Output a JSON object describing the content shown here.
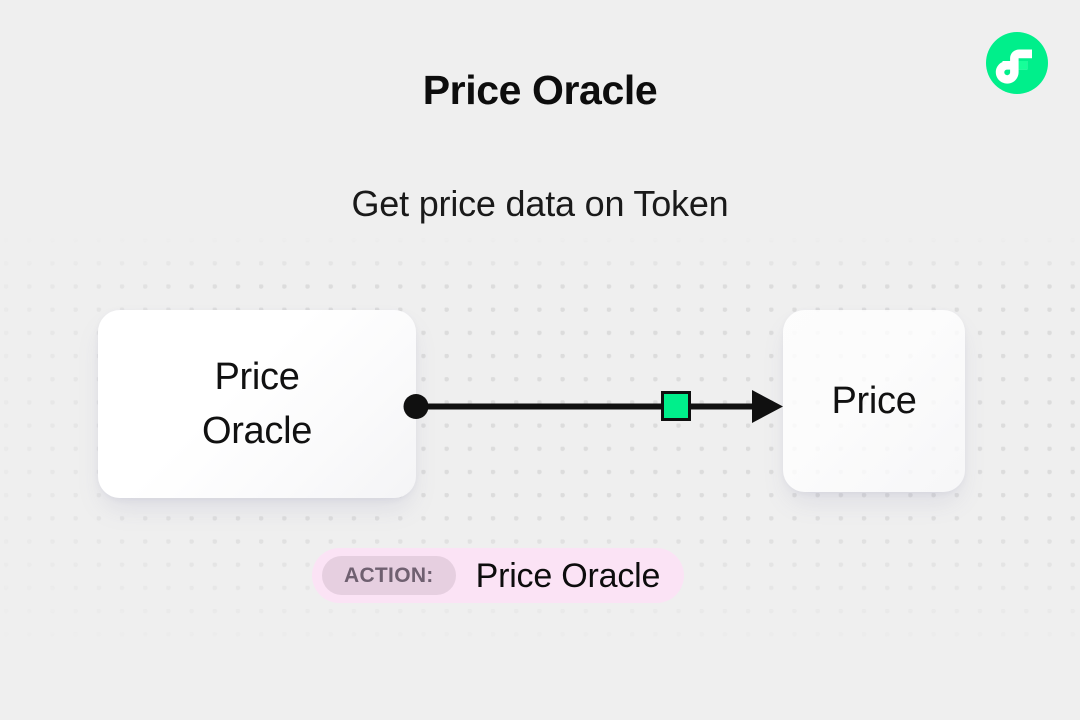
{
  "header": {
    "title": "Price Oracle",
    "subtitle": "Get price data on Token"
  },
  "brand": {
    "logo_icon": "flow-logo-icon",
    "logo_circle_color": "#00ef8b",
    "logo_glyph_color": "#ffffff"
  },
  "diagram": {
    "nodes": [
      {
        "id": "source",
        "name": "price-oracle-node",
        "label": "Price\nOracle",
        "handle_icon": "edge-source-dot-icon"
      },
      {
        "id": "target",
        "name": "price-node",
        "label": "Price",
        "handle_icon": "edge-arrow-icon"
      }
    ],
    "edge": {
      "name": "oracle-to-price-edge",
      "color": "#101010",
      "chip_color": "#00ef8b",
      "chip_icon": "edge-chip-icon",
      "source_dot_icon": "source-dot-icon",
      "arrow_icon": "arrowhead-icon"
    }
  },
  "action_badge": {
    "tag_label": "ACTION:",
    "value": "Price Oracle",
    "background_color": "#fbe3f5",
    "tag_background_color": "#e6cfe0",
    "tag_text_color": "#6f6070"
  },
  "theme": {
    "page_background": "#efefef",
    "dot_color": "#dcdcdc",
    "accent_green": "#00ef8b",
    "text_color": "#0d0d0d"
  }
}
